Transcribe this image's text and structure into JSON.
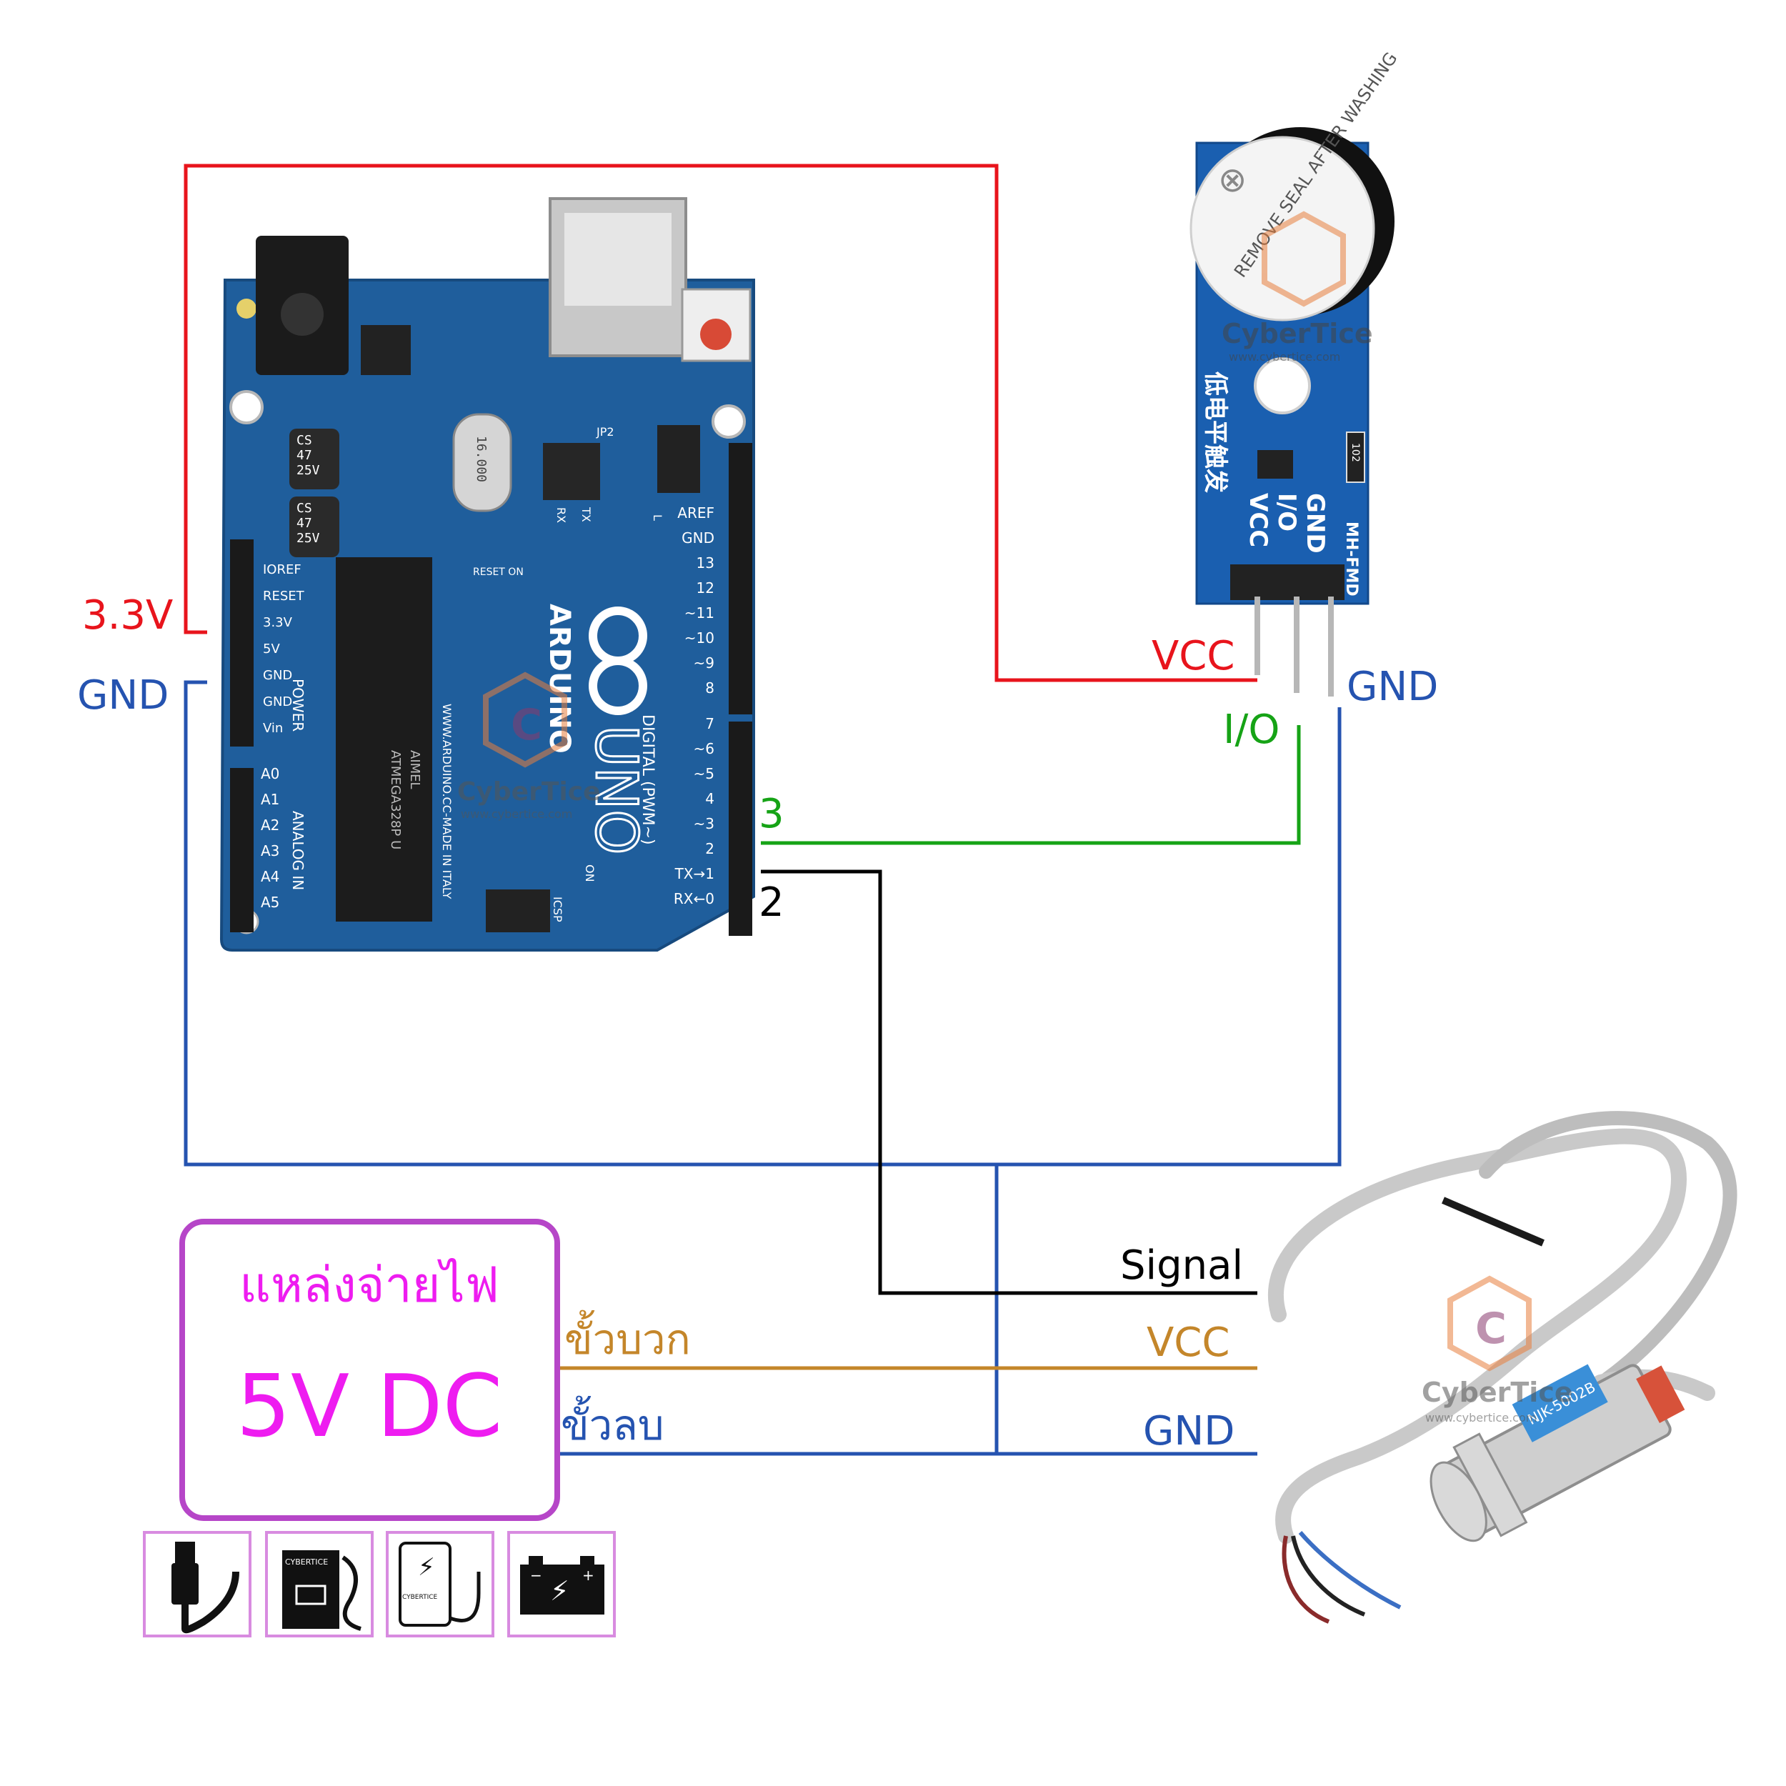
{
  "labels": {
    "arduino_3v3": "3.3V",
    "arduino_gnd": "GND",
    "buzzer_vcc": "VCC",
    "buzzer_io": "I/O",
    "buzzer_gnd": "GND",
    "pin3": "3",
    "pin2": "2",
    "sensor_signal": "Signal",
    "sensor_vcc": "VCC",
    "sensor_gnd": "GND",
    "supply_plus": "ขั้วบวก",
    "supply_minus": "ขั้วลบ"
  },
  "power_supply": {
    "title": "แหล่งจ่ายไฟ",
    "voltage": "5V DC"
  },
  "arduino": {
    "brand": "ARDUINO",
    "model": "UNO",
    "website": "WWW.ARDUINO.CC-MADE IN ITALY",
    "chip": "ATMEGA328P U",
    "chip_brand": "AIMEL",
    "crystal": "16.000",
    "jp2": "JP2",
    "digital_label": "DIGITAL (PWM~)",
    "power_label": "POWER",
    "analog_label": "ANALOG IN",
    "icsp": "ICSP",
    "reset_on": "RESET ON",
    "on_label": "ON",
    "cap1": [
      "CS",
      "47",
      "25V"
    ],
    "cap2": [
      "CS",
      "47",
      "25V"
    ],
    "left_pins": [
      "IOREF",
      "RESET",
      "3.3V",
      "5V",
      "GND",
      "GND",
      "Vin"
    ],
    "analog_pins": [
      "A0",
      "A1",
      "A2",
      "A3",
      "A4",
      "A5"
    ],
    "digital_pins_top": [
      "AREF",
      "GND",
      "13",
      "12",
      "~11",
      "~10",
      "~9",
      "8"
    ],
    "digital_pins_bottom": [
      "7",
      "~6",
      "~5",
      "4",
      "~3",
      "2",
      "TX→1",
      "RX←0"
    ],
    "tx": "TX",
    "rx": "RX",
    "l": "L"
  },
  "buzzer_module": {
    "seal_text": "REMOVE SEAL AFTER WASHING",
    "chinese": "低电平触发",
    "model": "MH-FMD",
    "pins": [
      "GND",
      "I/O",
      "VCC"
    ],
    "resistor": "102"
  },
  "sensor": {
    "model": "NJK-5002B"
  },
  "watermark": {
    "name": "CyberTice",
    "url": "www.cybertice.com"
  },
  "supply_icons": [
    "usb-icon",
    "adapter-icon",
    "power-bank-icon",
    "battery-icon"
  ],
  "supply_icon_text": [
    "CYBERTICE",
    "CYBERTICE"
  ],
  "colors": {
    "red_wire": "#e8141c",
    "blue_wire": "#2553b0",
    "green_wire": "#16a316",
    "black_wire": "#000000",
    "orange_wire": "#c4862a",
    "supply_border": "#b646c8",
    "supply_text": "#ee1cf0",
    "board": "#1f5e9c"
  }
}
